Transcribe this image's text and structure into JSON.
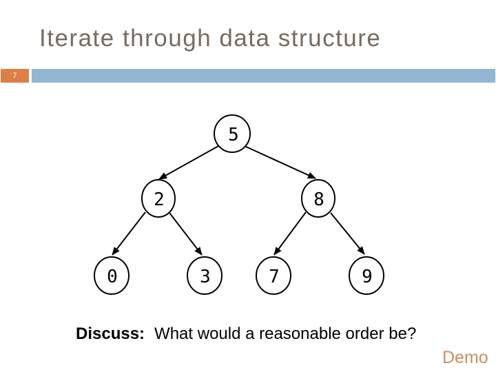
{
  "slide": {
    "title": "Iterate through data structure",
    "slide_number": "7"
  },
  "colors": {
    "accent_orange": "#DD8047",
    "accent_blue": "#94B6D2",
    "title_text": "#776A60",
    "link_orange": "#CC8E60",
    "diagram_ink": "#000000"
  },
  "tree": {
    "type": "binary-tree",
    "nodes": [
      {
        "id": "5",
        "label": "5",
        "level": 0
      },
      {
        "id": "2",
        "label": "2",
        "level": 1
      },
      {
        "id": "8",
        "label": "8",
        "level": 1
      },
      {
        "id": "0",
        "label": "0",
        "level": 2
      },
      {
        "id": "3",
        "label": "3",
        "level": 2
      },
      {
        "id": "7",
        "label": "7",
        "level": 2
      },
      {
        "id": "9",
        "label": "9",
        "level": 2
      }
    ],
    "edges": [
      {
        "from": "5",
        "to": "2"
      },
      {
        "from": "5",
        "to": "8"
      },
      {
        "from": "2",
        "to": "0"
      },
      {
        "from": "2",
        "to": "3"
      },
      {
        "from": "8",
        "to": "7"
      },
      {
        "from": "8",
        "to": "9"
      }
    ]
  },
  "discussion": {
    "label": "Discuss:",
    "question": "What would a reasonable order be?"
  },
  "demo_link": {
    "label": "Demo"
  }
}
